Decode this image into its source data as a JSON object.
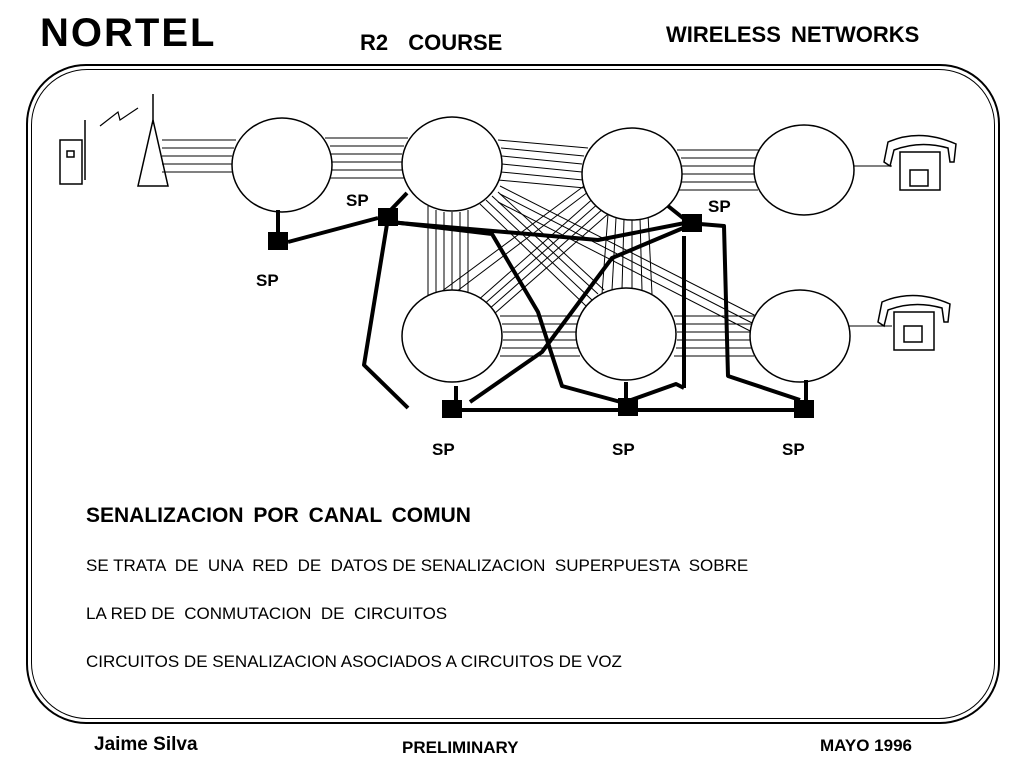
{
  "header": {
    "logo": "NORTEL",
    "course": "R2 COURSE",
    "subject": "WIRELESS NETWORKS"
  },
  "diagram": {
    "sp_labels": [
      "SP",
      "SP",
      "SP",
      "SP",
      "SP",
      "SP"
    ],
    "icons": [
      "mobile-phone-icon",
      "antenna-tower-icon",
      "telephone-icon",
      "telephone-icon"
    ]
  },
  "content": {
    "heading": "SENALIZACION  POR  CANAL  COMUN",
    "lines": [
      "SE TRATA  DE  UNA  RED  DE  DATOS DE SENALIZACION  SUPERPUESTA  SOBRE",
      "LA RED DE  CONMUTACION  DE  CIRCUITOS",
      "CIRCUITOS DE SENALIZACION ASOCIADOS A CIRCUITOS DE VOZ"
    ]
  },
  "footer": {
    "author": "Jaime Silva",
    "status": "PRELIMINARY",
    "date": "MAYO  1996"
  }
}
